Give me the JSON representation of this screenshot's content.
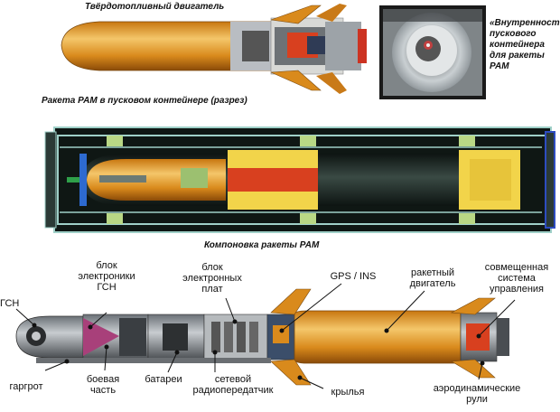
{
  "captions": {
    "solid_motor": "Твёрдотопливный двигатель",
    "section": "Ракета РАМ в пусковом контейнере (разрез)",
    "inside": [
      "«Внутренности",
      "пускового",
      "контейнера",
      "для ракеты",
      "РАМ"
    ],
    "layout": "Компоновка ракеты РАМ"
  },
  "labels": {
    "gsn": [
      "ГСН"
    ],
    "seeker_electronics": [
      "блок",
      "электроники",
      "ГСН"
    ],
    "electronic_boards": [
      "блок",
      "электронных",
      "плат"
    ],
    "gps_ins": [
      "GPS / INS"
    ],
    "rocket_motor": [
      "ракетный",
      "двигатель"
    ],
    "control_system": [
      "совмещенная",
      "система",
      "управления"
    ],
    "gargrot": [
      "гаргрот"
    ],
    "warhead": [
      "боевая",
      "часть"
    ],
    "batteries": [
      "батареи"
    ],
    "network_radio": [
      "сетевой",
      "радиопередатчик"
    ],
    "wings": [
      "крылья"
    ],
    "aero_fins": [
      "аэродинамические",
      "рули"
    ]
  },
  "colors": {
    "motor_orange": "#d98a1c",
    "motor_highlight": "#f2bf5c",
    "container_dark": "#1c2622",
    "container_frame": "#9fd0c8",
    "yellow": "#f2d44a",
    "red": "#d8401f",
    "warhead_magenta": "#a8407a",
    "metal_gray": "#8e949a"
  }
}
